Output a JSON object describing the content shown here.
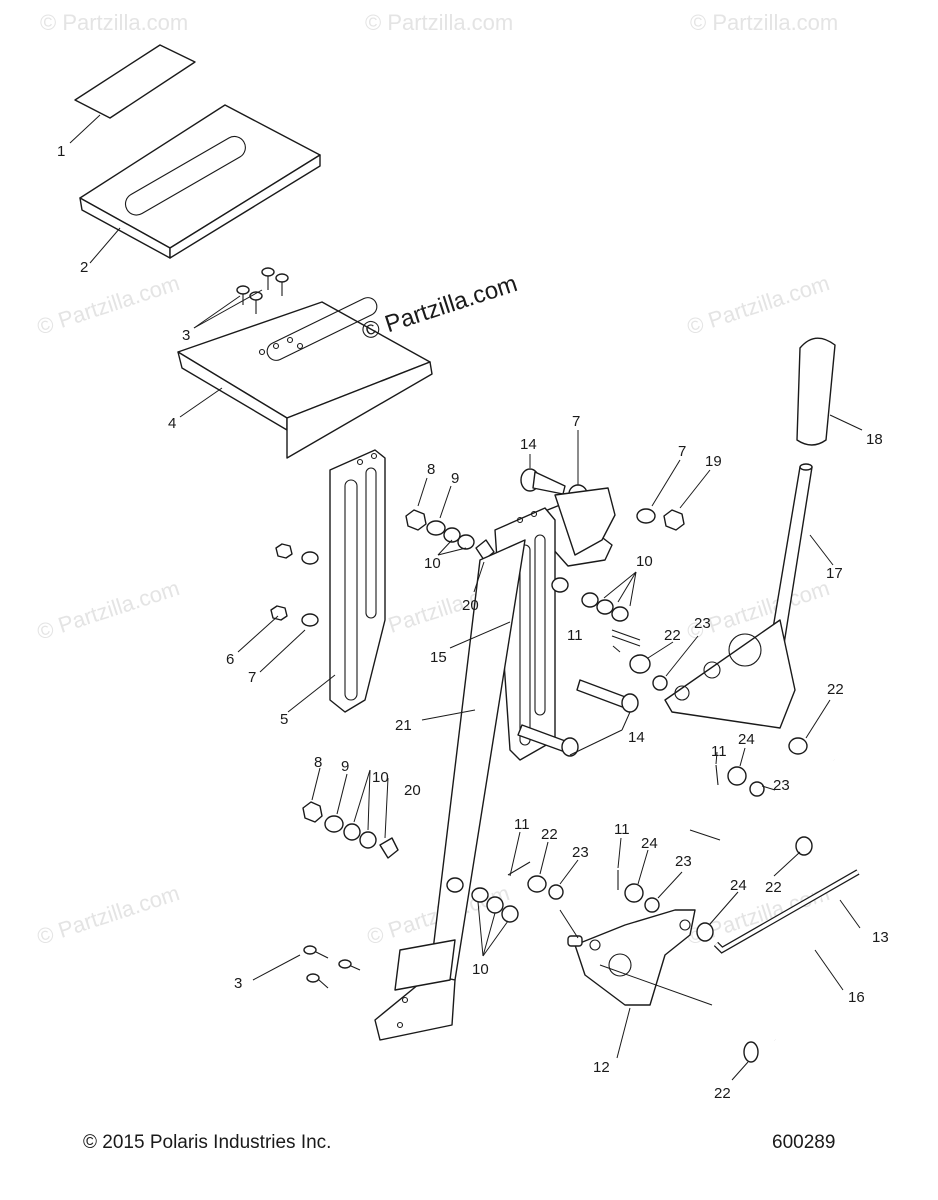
{
  "watermark": {
    "text": "© Partzilla.com",
    "main_text": "© Partzilla.com"
  },
  "callouts": [
    "1",
    "2",
    "3",
    "4",
    "5",
    "6",
    "7",
    "8",
    "9",
    "10",
    "11",
    "12",
    "13",
    "14",
    "15",
    "16",
    "17",
    "18",
    "19",
    "20",
    "21",
    "22",
    "23",
    "24"
  ],
  "footer": {
    "copyright": "© 2015 Polaris Industries Inc.",
    "diagram_number": "600289"
  },
  "colors": {
    "line": "#1a1a1a",
    "background": "#ffffff",
    "watermark": "#e4e4e4"
  }
}
